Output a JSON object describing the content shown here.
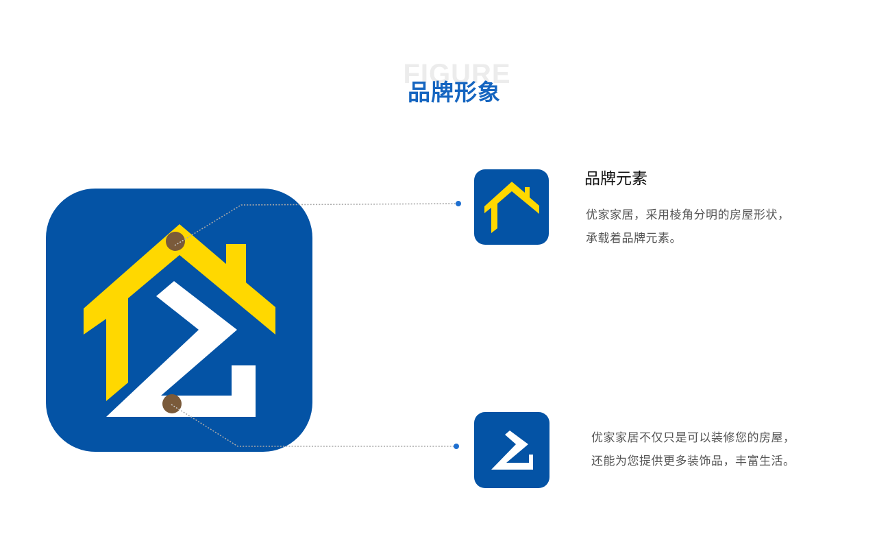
{
  "header": {
    "watermark": "FIGURE",
    "title": "品牌形象"
  },
  "colors": {
    "brand_blue": "#0453a5",
    "title_blue": "#1565c0",
    "roof_yellow": "#ffd800",
    "mark_white": "#ffffff",
    "marker_brown": "#7a5a3a",
    "endpoint_blue": "#1e6fd0",
    "leader_gray": "#a0a0a0"
  },
  "main_logo": {
    "icons": [
      "house-roof-icon",
      "z-letter-icon"
    ],
    "markers": [
      {
        "name": "roof-marker",
        "target": "element_1"
      },
      {
        "name": "z-marker",
        "target": "element_2"
      }
    ]
  },
  "elements": [
    {
      "icon": "house-roof-icon",
      "heading": "品牌元素",
      "lines": [
        "优家家居，采用棱角分明的房屋形状，",
        "承载着品牌元素。"
      ]
    },
    {
      "icon": "z-letter-icon",
      "lines": [
        "优家家居不仅只是可以装修您的房屋，",
        "还能为您提供更多装饰品，丰富生活。"
      ]
    }
  ]
}
